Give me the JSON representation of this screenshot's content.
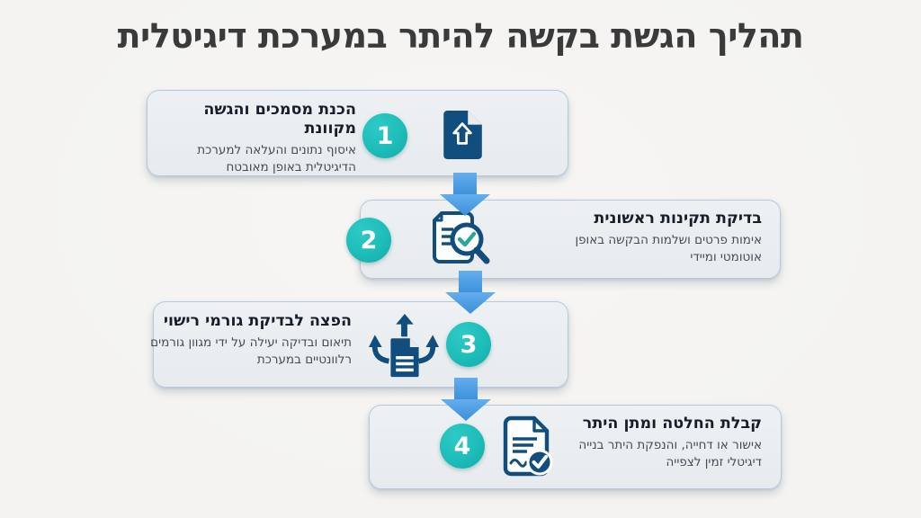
{
  "page": {
    "title": "תהליך הגשת בקשה להיתר במערכת דיגיטלית",
    "direction": "rtl"
  },
  "colors": {
    "background": "#f4f3f1",
    "title_text": "#3a3a3a",
    "card_bg": "#e7ebee",
    "card_border": "#b5cadf",
    "accent_teal": "#1dbdb9",
    "arrow_blue_light": "#63aeee",
    "arrow_blue_dark": "#3c8fd9",
    "icon_navy": "#114e7d",
    "check_teal": "#27a79a",
    "step_title_text": "#151e29",
    "step_desc_text": "#434c57"
  },
  "steps": [
    {
      "number": "1",
      "title": "הכנת מסמכים והגשה מקוונת",
      "description": "איסוף נתונים והעלאה למערכת הדיגיטלית באופן מאובטח",
      "icon": "upload-document-icon"
    },
    {
      "number": "2",
      "title": "בדיקת תקינות ראשונית",
      "description": "אימות פרטים ושלמות הבקשה באופן אוטומטי ומיידי",
      "icon": "document-inspect-icon"
    },
    {
      "number": "3",
      "title": "הפצה לבדיקת גורמי רישוי",
      "description": "תיאום ובדיקה יעילה על ידי מגוון גורמים רלוונטיים במערכת",
      "icon": "document-distribute-icon"
    },
    {
      "number": "4",
      "title": "קבלת החלטה ומתן היתר",
      "description": "אישור או דחייה, והנפקת היתר בנייה דיגיטלי זמין לצפייה",
      "icon": "document-approved-check-icon"
    }
  ]
}
